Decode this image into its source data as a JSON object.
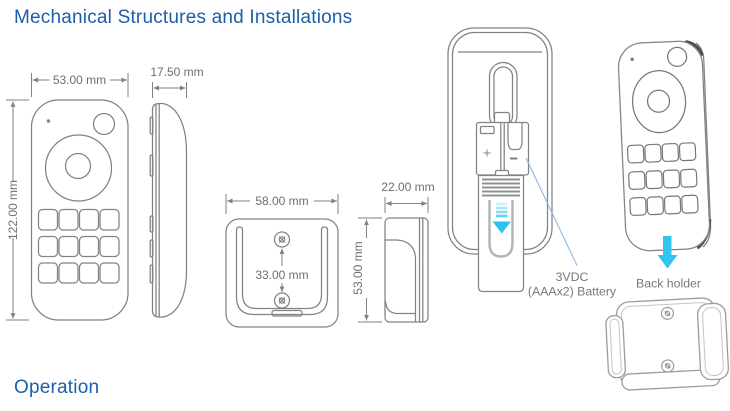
{
  "header": {
    "title": "Mechanical Structures and Installations"
  },
  "footer": {
    "title": "Operation"
  },
  "views": {
    "remote_front": {
      "width": "53.00 mm",
      "height": "122.00 mm"
    },
    "remote_side": {
      "thickness": "17.50 mm"
    },
    "holder_front": {
      "width": "58.00 mm",
      "hole_spacing": "33.00 mm"
    },
    "holder_side": {
      "depth": "22.00 mm",
      "height": "53.00 mm"
    },
    "remote_back": {
      "battery_line1": "3VDC",
      "battery_line2": "(AAAx2) Battery"
    },
    "holder_3d": {
      "label": "Back holder"
    }
  },
  "icons": {
    "slide_down_arrow": "cyan gradient down-arrow (slide cover open)",
    "insert_down_arrow": "cyan down-arrow (insert remote into holder)",
    "screw": "phillips screw hole",
    "led": "indicator dot"
  },
  "colors": {
    "heading_blue": "#1c5ea9",
    "outline_gray": "#808285",
    "dim_text_gray": "#6d6e71",
    "cyan": "#2cc3ee",
    "leader_blue": "#8ab9e6",
    "background": "#ffffff"
  }
}
